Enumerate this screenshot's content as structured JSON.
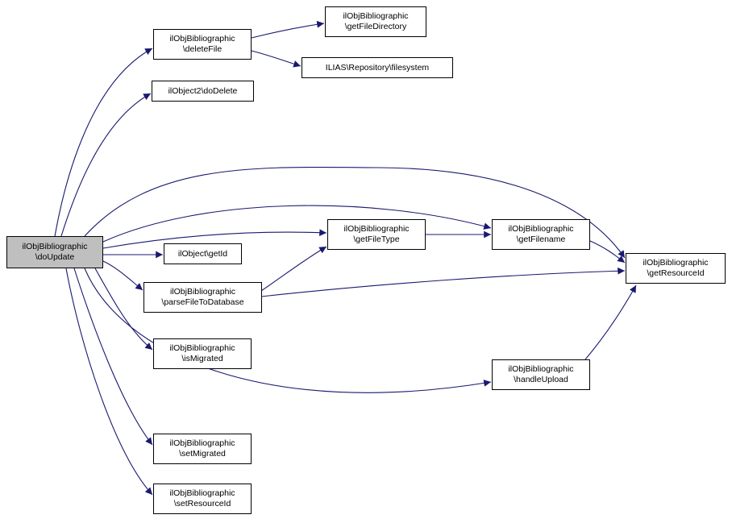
{
  "diagram": {
    "type": "call-graph",
    "arrow_color": "#191970",
    "node_border_color": "#000000",
    "highlight_fill": "#bfbfbf",
    "nodes": [
      {
        "id": "doUpdate",
        "lines": [
          "ilObjBibliographic",
          "\\doUpdate"
        ],
        "highlighted": true
      },
      {
        "id": "deleteFile",
        "lines": [
          "ilObjBibliographic",
          "\\deleteFile"
        ]
      },
      {
        "id": "getFileDirectory",
        "lines": [
          "ilObjBibliographic",
          "\\getFileDirectory"
        ]
      },
      {
        "id": "filesystem",
        "lines": [
          "ILIAS\\Repository\\filesystem"
        ]
      },
      {
        "id": "doDelete",
        "lines": [
          "ilObject2\\doDelete"
        ]
      },
      {
        "id": "getFileType",
        "lines": [
          "ilObjBibliographic",
          "\\getFileType"
        ]
      },
      {
        "id": "getFilename",
        "lines": [
          "ilObjBibliographic",
          "\\getFilename"
        ]
      },
      {
        "id": "getResourceId",
        "lines": [
          "ilObjBibliographic",
          "\\getResourceId"
        ]
      },
      {
        "id": "getId",
        "lines": [
          "ilObject\\getId"
        ]
      },
      {
        "id": "parseFileToDatabase",
        "lines": [
          "ilObjBibliographic",
          "\\parseFileToDatabase"
        ]
      },
      {
        "id": "isMigrated",
        "lines": [
          "ilObjBibliographic",
          "\\isMigrated"
        ]
      },
      {
        "id": "handleUpload",
        "lines": [
          "ilObjBibliographic",
          "\\handleUpload"
        ]
      },
      {
        "id": "setMigrated",
        "lines": [
          "ilObjBibliographic",
          "\\setMigrated"
        ]
      },
      {
        "id": "setResourceId",
        "lines": [
          "ilObjBibliographic",
          "\\setResourceId"
        ]
      }
    ],
    "edges": [
      {
        "from": "doUpdate",
        "to": "deleteFile"
      },
      {
        "from": "doUpdate",
        "to": "doDelete"
      },
      {
        "from": "doUpdate",
        "to": "getResourceId"
      },
      {
        "from": "doUpdate",
        "to": "getFilename"
      },
      {
        "from": "doUpdate",
        "to": "getFileType"
      },
      {
        "from": "doUpdate",
        "to": "getId"
      },
      {
        "from": "doUpdate",
        "to": "parseFileToDatabase"
      },
      {
        "from": "doUpdate",
        "to": "isMigrated"
      },
      {
        "from": "doUpdate",
        "to": "handleUpload"
      },
      {
        "from": "doUpdate",
        "to": "setMigrated"
      },
      {
        "from": "doUpdate",
        "to": "setResourceId"
      },
      {
        "from": "deleteFile",
        "to": "getFileDirectory"
      },
      {
        "from": "deleteFile",
        "to": "filesystem"
      },
      {
        "from": "getFileType",
        "to": "getFilename"
      },
      {
        "from": "getFilename",
        "to": "getResourceId"
      },
      {
        "from": "parseFileToDatabase",
        "to": "getFileType"
      },
      {
        "from": "parseFileToDatabase",
        "to": "getResourceId"
      },
      {
        "from": "handleUpload",
        "to": "getResourceId"
      }
    ]
  }
}
